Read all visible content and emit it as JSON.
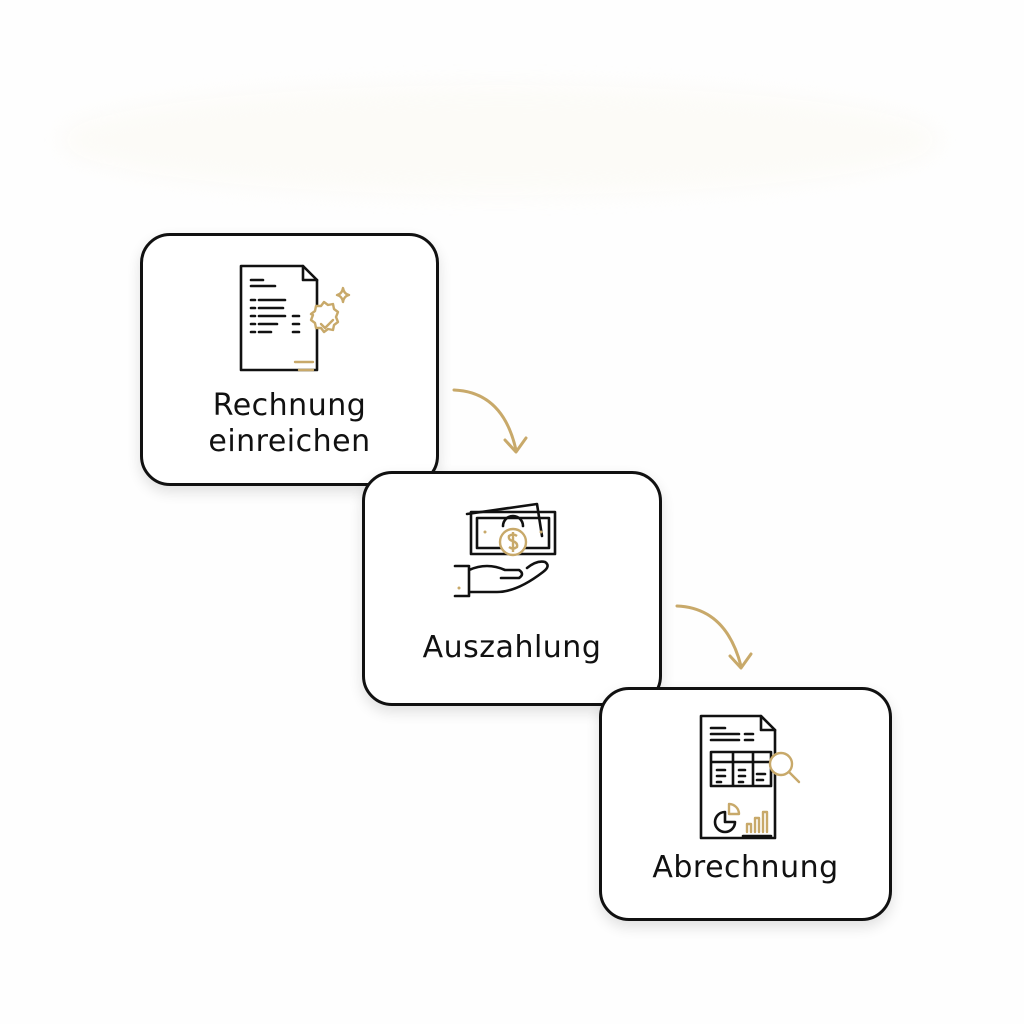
{
  "colors": {
    "accent": "#c8a96a",
    "stroke": "#111111"
  },
  "steps": [
    {
      "label": "Rechnung einreichen",
      "icon": "invoice-approved-icon"
    },
    {
      "label": "Auszahlung",
      "icon": "payout-hand-money-icon"
    },
    {
      "label": "Abrechnung",
      "icon": "report-analysis-icon"
    }
  ]
}
